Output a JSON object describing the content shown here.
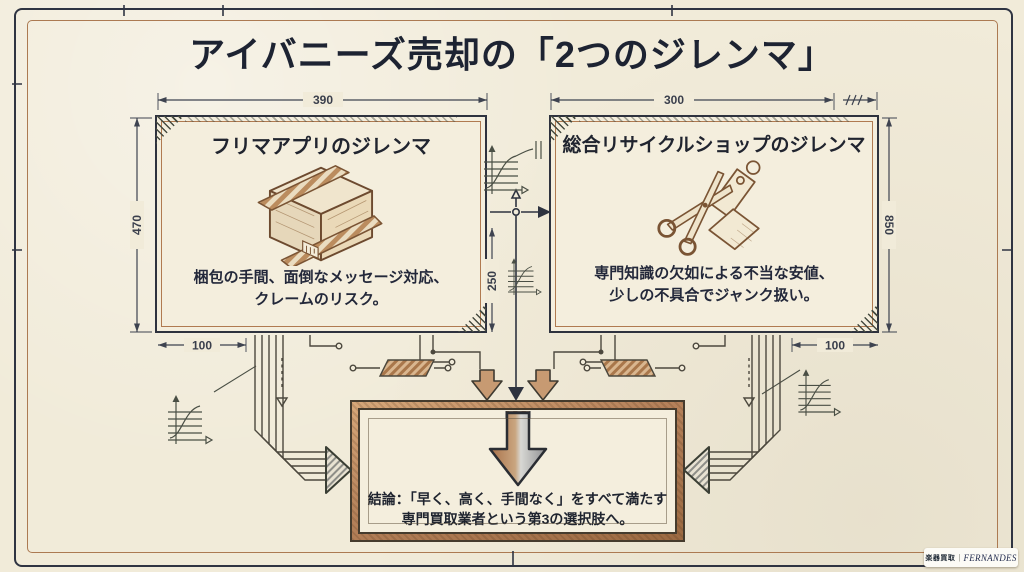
{
  "slide": {
    "title": "アイバニーズ売却の「2つのジレンマ」"
  },
  "boxes": {
    "left": {
      "title": "フリマアプリのジレンマ",
      "body_line1": "梱包の手間、面倒なメッセージ対応、",
      "body_line2": "クレームのリスク。",
      "icon": "taped-package-icon"
    },
    "right": {
      "title": "総合リサイクルショップのジレンマ",
      "body_line1": "専門知識の欠如による不当な安値、",
      "body_line2": "少しの不具合でジャンク扱い。",
      "icon": "scissors-cutting-price-tag-icon"
    }
  },
  "conclusion": {
    "line1": "結論：「早く、高く、手間なく」をすべて満たす",
    "line2": "専門買取業者という第3の選択肢へ。",
    "icon": "down-arrow-icon"
  },
  "dimensions": {
    "left_width": "390",
    "right_width": "300",
    "left_height": "470",
    "right_height": "850",
    "center_height": "250",
    "left_offset": "100",
    "right_offset": "100"
  },
  "footer": {
    "brand_jp": "楽器買取",
    "brand_sep": "|",
    "brand_en": "FERNANDES"
  },
  "colors": {
    "background": "#f1ebd9",
    "ink": "#242938",
    "copper": "#b07a50",
    "tan_arrow": "#c79a72"
  }
}
